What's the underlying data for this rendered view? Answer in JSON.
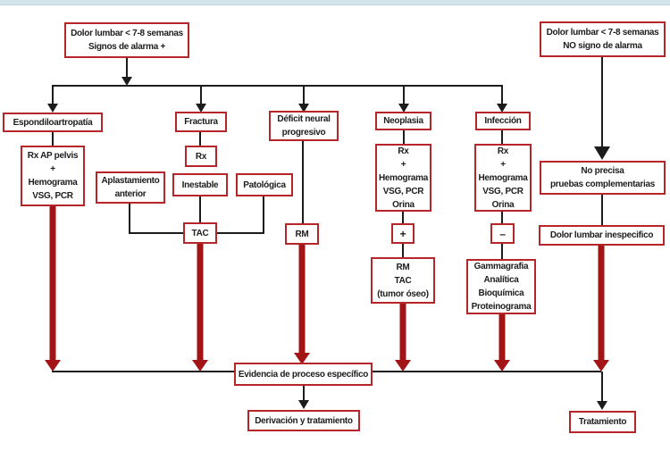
{
  "page": {
    "top_bar_color": "#d3e3ec",
    "background_color": "#ffffff"
  },
  "palette": {
    "box_border_red": "#b5262b",
    "thick_arrow_red": "#a31417",
    "connector_black": "#1c1c1c",
    "text_color": "#1d1d1d"
  },
  "nodes": {
    "alarm_plus": {
      "label": "Dolor lumbar < 7-8 semanas\nSignos de alarma +"
    },
    "alarm_no": {
      "label": "Dolor lumbar < 7-8 semanas\nNO signo de alarma"
    },
    "espondiloartropatia": {
      "label": "Espondiloartropatía"
    },
    "fractura": {
      "label": "Fractura"
    },
    "deficit": {
      "label": "Déficit neural\nprogresivo"
    },
    "neoplasia": {
      "label": "Neoplasia"
    },
    "infeccion": {
      "label": "Infección"
    },
    "rx_pelvis": {
      "label": "Rx AP pelvis\n+\nHemograma\nVSG, PCR"
    },
    "rx_fractura": {
      "label": "Rx"
    },
    "aplastamiento": {
      "label": "Aplastamiento\nanterior"
    },
    "inestable": {
      "label": "Inestable"
    },
    "patologica": {
      "label": "Patológica"
    },
    "tac": {
      "label": "TAC"
    },
    "rm": {
      "label": "RM"
    },
    "rx_neoplasia": {
      "label": "Rx\n+\nHemograma\nVSG, PCR\nOrina"
    },
    "rx_infeccion": {
      "label": "Rx\n+\nHemograma\nVSG, PCR\nOrina"
    },
    "plus": {
      "label": "+"
    },
    "minus": {
      "label": "–"
    },
    "rm_tac": {
      "label": "RM\nTAC\n(tumor óseo)"
    },
    "gammagrafia": {
      "label": "Gammagrafia\nAnalítica\nBioquímica\nProteinograma"
    },
    "no_precisa": {
      "label": "No precisa\npruebas complementarias"
    },
    "inespecifico": {
      "label": "Dolor lumbar inespecifico"
    },
    "evidencia": {
      "label": "Evidencia de proceso específico"
    },
    "derivacion": {
      "label": "Derivación y tratamiento"
    },
    "tratamiento": {
      "label": "Tratamiento"
    }
  }
}
